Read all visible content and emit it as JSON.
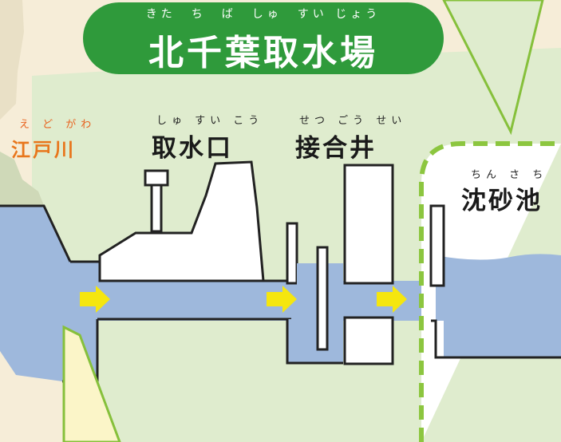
{
  "title": {
    "ruby": "きた　ち　ば　しゅ　すい じょう",
    "text": "北千葉取水場"
  },
  "labels": {
    "edogawa": {
      "ruby": "え ど がわ",
      "text": "江戸川"
    },
    "intake": {
      "ruby": "しゅ すい こう",
      "text": "取水口"
    },
    "junction_well": {
      "ruby": "せつ ごう せい",
      "text": "接合井"
    },
    "settling_basin": {
      "ruby": "ちん さ ち",
      "text": "沈砂池"
    }
  },
  "colors": {
    "title_green": "#2f9a3b",
    "dashed_green": "#8cc63f",
    "water_blue": "#9eb8dc",
    "arrow_yellow": "#f5e60f",
    "label_orange": "#e8761c"
  }
}
